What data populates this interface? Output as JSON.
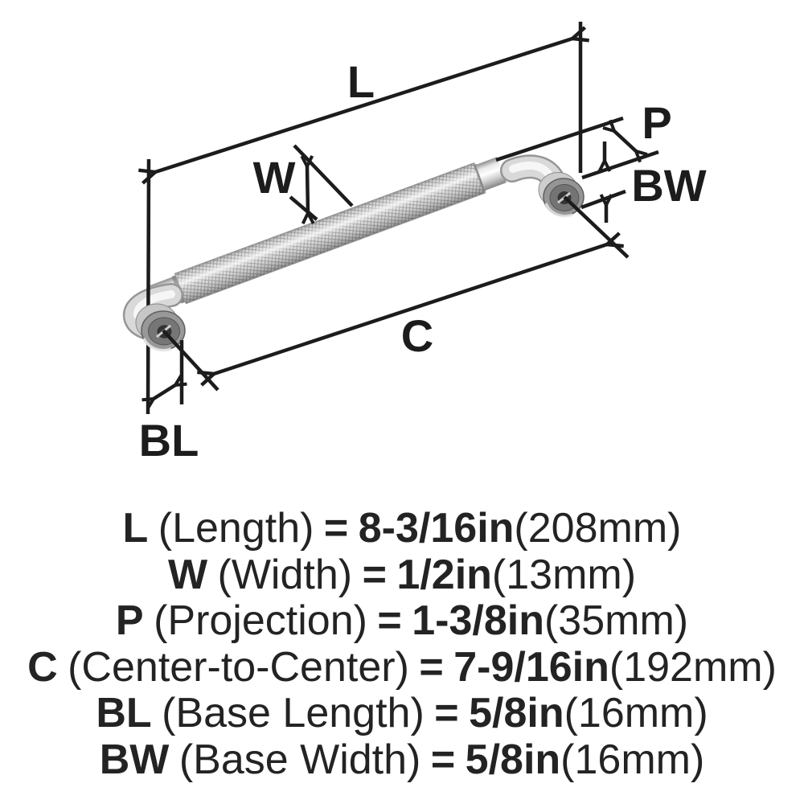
{
  "diagram": {
    "labels": {
      "length": "L",
      "width": "W",
      "projection": "P",
      "center_to_center": "C",
      "base_length": "BL",
      "base_width": "BW"
    }
  },
  "specs": [
    {
      "code": "L",
      "name": "(Length)",
      "equals": "=",
      "imperial": "8-3/16in",
      "metric": "(208mm)"
    },
    {
      "code": "W",
      "name": "(Width)",
      "equals": "=",
      "imperial": "1/2in",
      "metric": "(13mm)"
    },
    {
      "code": "P",
      "name": "(Projection)",
      "equals": "=",
      "imperial": "1-3/8in",
      "metric": "(35mm)"
    },
    {
      "code": "C",
      "name": "(Center-to-Center)",
      "equals": "=",
      "imperial": "7-9/16in",
      "metric": "(192mm)"
    },
    {
      "code": "BL",
      "name": "(Base Length)",
      "equals": "=",
      "imperial": "5/8in",
      "metric": "(16mm)"
    },
    {
      "code": "BW",
      "name": "(Base Width)",
      "equals": "=",
      "imperial": "5/8in",
      "metric": "(16mm)"
    }
  ],
  "colors": {
    "background": "#ffffff",
    "line": "#1c1c1c",
    "text": "#232323",
    "metal_highlight": "#f4f4f4",
    "metal_mid": "#d7d7d7",
    "metal_shadow": "#8f8f8f",
    "base_gray": "#969696",
    "screw_hole": "#343434"
  }
}
